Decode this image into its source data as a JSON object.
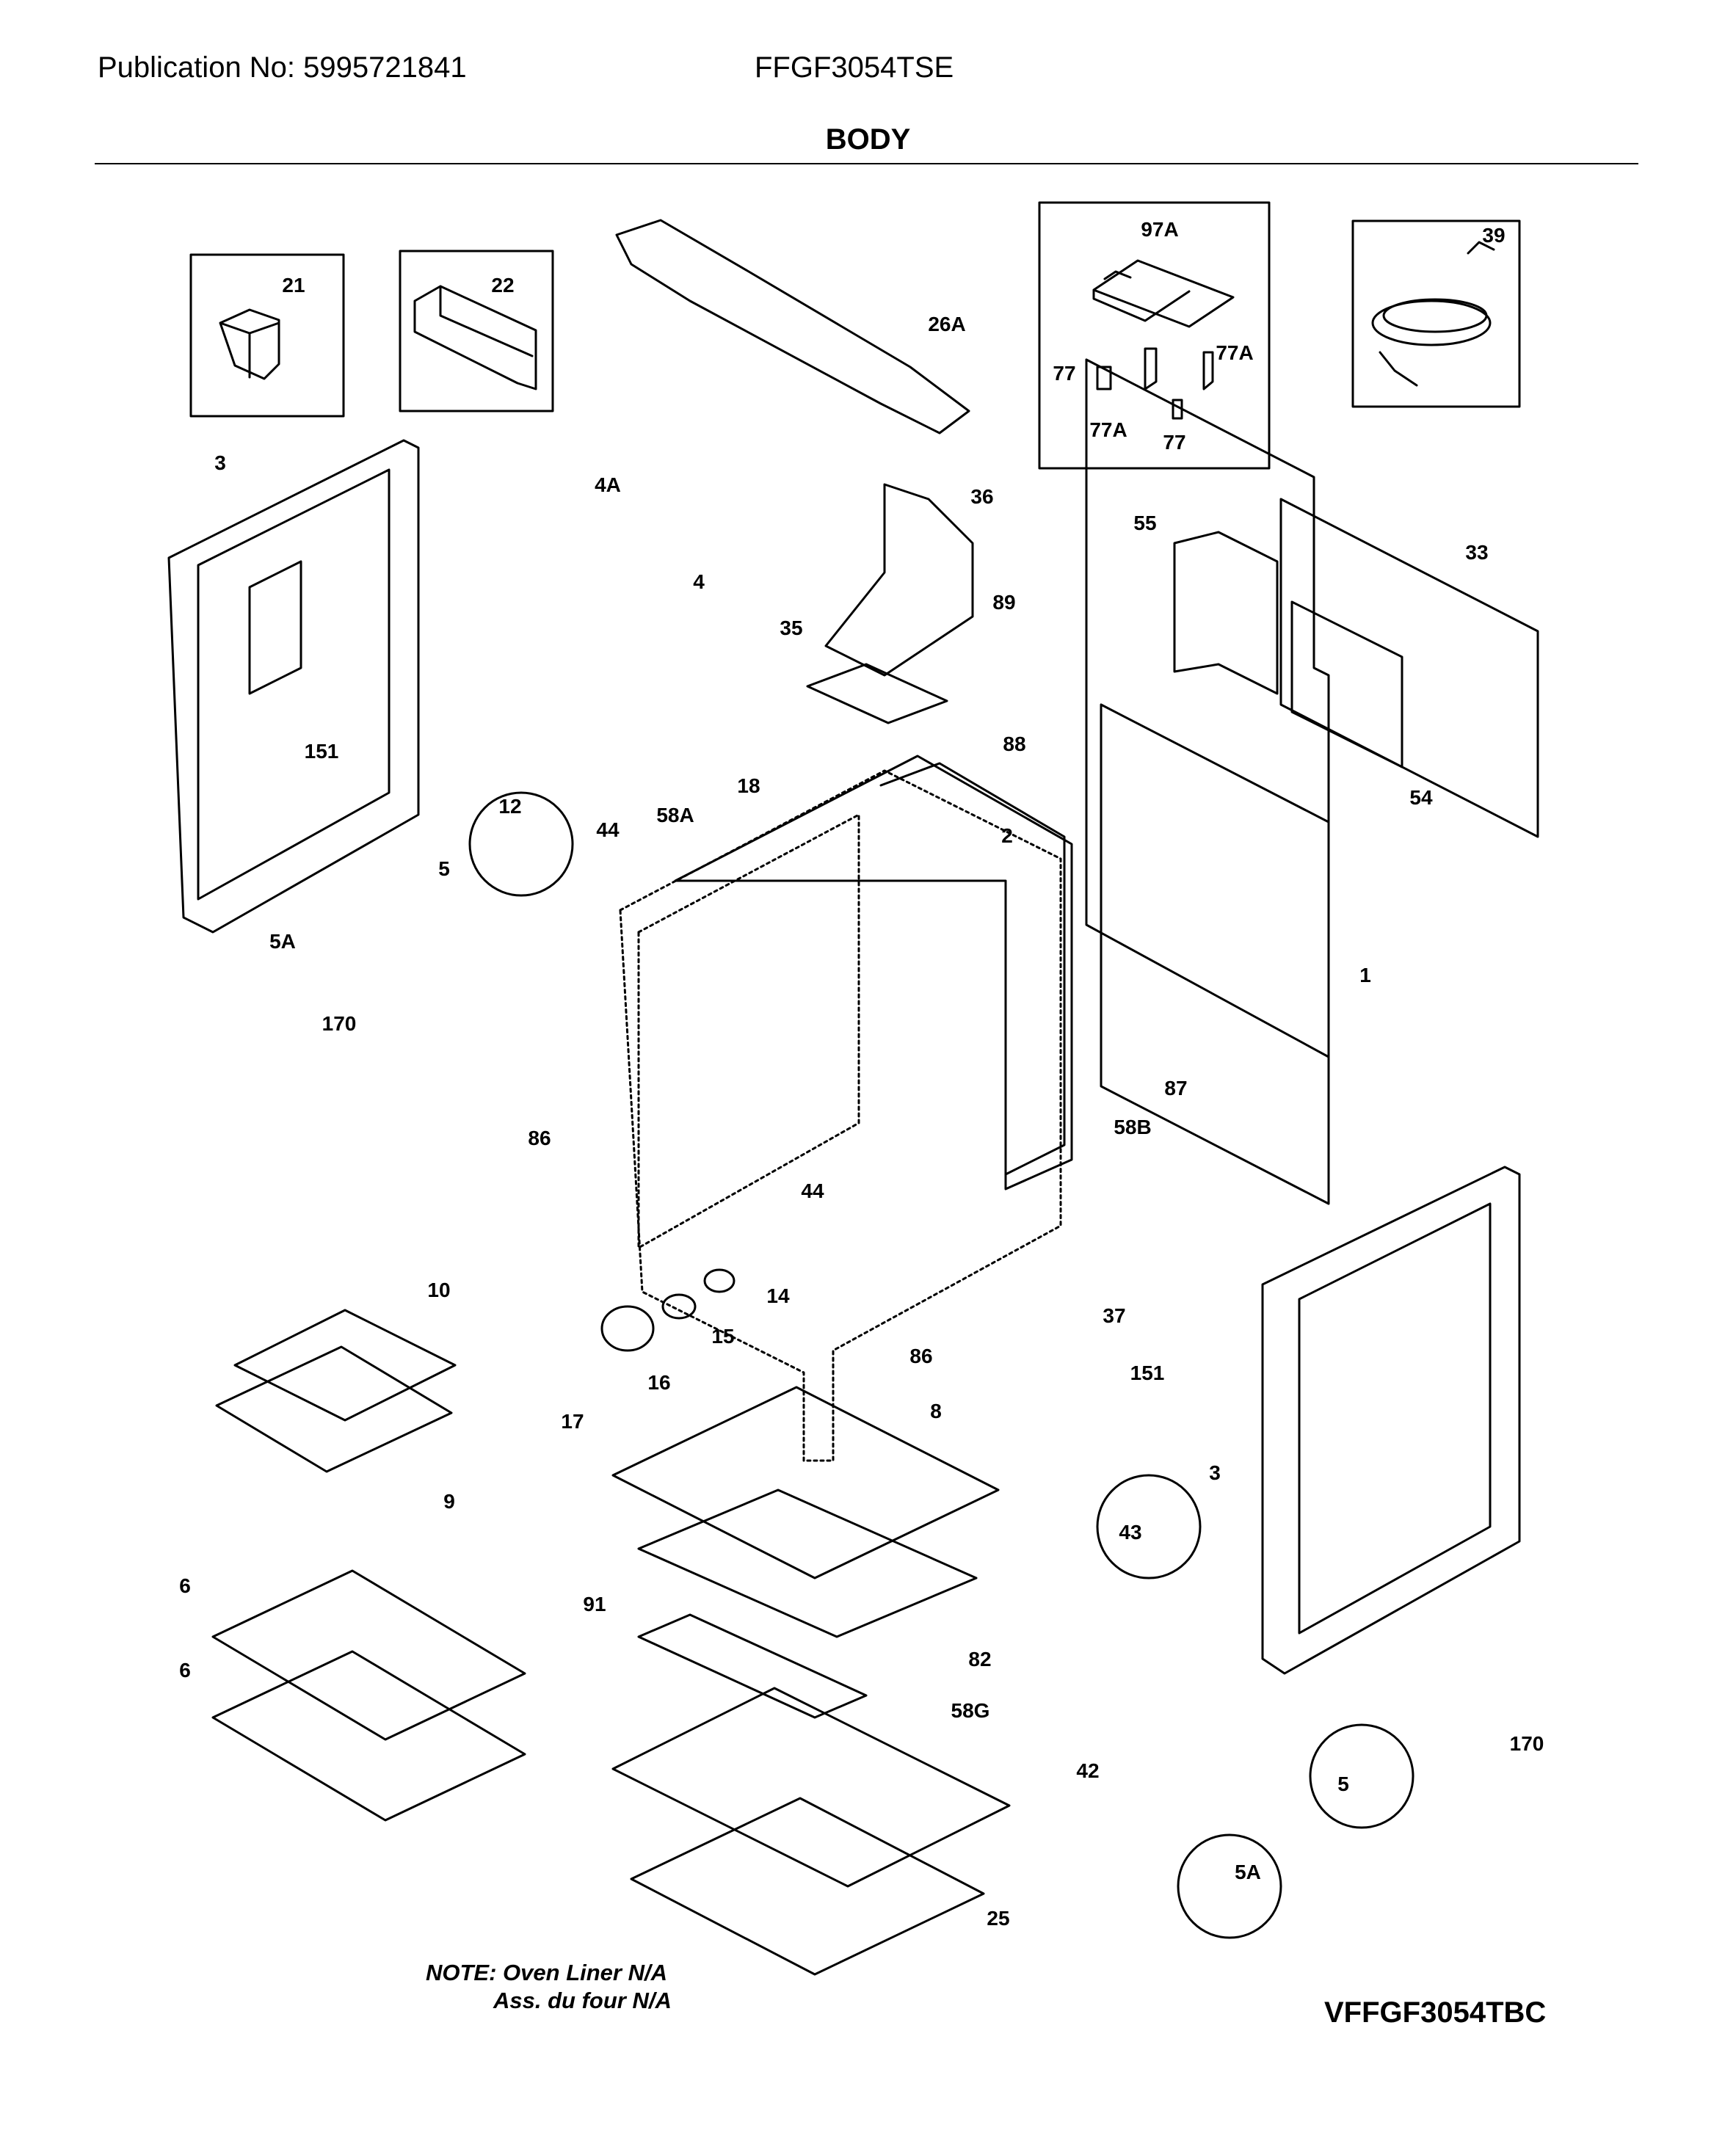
{
  "header": {
    "publication": "Publication No: 5995721841",
    "model": "FFGF3054TSE",
    "section_title": "BODY"
  },
  "footer": {
    "note_line1": "NOTE: Oven Liner N/A",
    "note_line2": "Ass. du four N/A",
    "diagram_code": "VFFGF3054TBC"
  },
  "callouts": [
    {
      "id": "c-21",
      "label": "21"
    },
    {
      "id": "c-22",
      "label": "22"
    },
    {
      "id": "c-26A",
      "label": "26A"
    },
    {
      "id": "c-97A",
      "label": "97A"
    },
    {
      "id": "c-77-a",
      "label": "77"
    },
    {
      "id": "c-77A-a",
      "label": "77A"
    },
    {
      "id": "c-77A-b",
      "label": "77A"
    },
    {
      "id": "c-77-b",
      "label": "77"
    },
    {
      "id": "c-39",
      "label": "39"
    },
    {
      "id": "c-3-left",
      "label": "3"
    },
    {
      "id": "c-4A",
      "label": "4A"
    },
    {
      "id": "c-36",
      "label": "36"
    },
    {
      "id": "c-55",
      "label": "55"
    },
    {
      "id": "c-33",
      "label": "33"
    },
    {
      "id": "c-4",
      "label": "4"
    },
    {
      "id": "c-35",
      "label": "35"
    },
    {
      "id": "c-89",
      "label": "89"
    },
    {
      "id": "c-151-left",
      "label": "151"
    },
    {
      "id": "c-88",
      "label": "88"
    },
    {
      "id": "c-54",
      "label": "54"
    },
    {
      "id": "c-12",
      "label": "12"
    },
    {
      "id": "c-18",
      "label": "18"
    },
    {
      "id": "c-44-top",
      "label": "44"
    },
    {
      "id": "c-58A",
      "label": "58A"
    },
    {
      "id": "c-2",
      "label": "2"
    },
    {
      "id": "c-5-left",
      "label": "5"
    },
    {
      "id": "c-5A-left",
      "label": "5A"
    },
    {
      "id": "c-170-left",
      "label": "170"
    },
    {
      "id": "c-1",
      "label": "1"
    },
    {
      "id": "c-87",
      "label": "87"
    },
    {
      "id": "c-86-left",
      "label": "86"
    },
    {
      "id": "c-58B",
      "label": "58B"
    },
    {
      "id": "c-44-bottom",
      "label": "44"
    },
    {
      "id": "c-10",
      "label": "10"
    },
    {
      "id": "c-14",
      "label": "14"
    },
    {
      "id": "c-15",
      "label": "15"
    },
    {
      "id": "c-37",
      "label": "37"
    },
    {
      "id": "c-86-right",
      "label": "86"
    },
    {
      "id": "c-151-right",
      "label": "151"
    },
    {
      "id": "c-16",
      "label": "16"
    },
    {
      "id": "c-17",
      "label": "17"
    },
    {
      "id": "c-8",
      "label": "8"
    },
    {
      "id": "c-9",
      "label": "9"
    },
    {
      "id": "c-3-right",
      "label": "3"
    },
    {
      "id": "c-43",
      "label": "43"
    },
    {
      "id": "c-6-top",
      "label": "6"
    },
    {
      "id": "c-91",
      "label": "91"
    },
    {
      "id": "c-82",
      "label": "82"
    },
    {
      "id": "c-6-bottom",
      "label": "6"
    },
    {
      "id": "c-58G",
      "label": "58G"
    },
    {
      "id": "c-42",
      "label": "42"
    },
    {
      "id": "c-170-right",
      "label": "170"
    },
    {
      "id": "c-5-right",
      "label": "5"
    },
    {
      "id": "c-5A-right",
      "label": "5A"
    },
    {
      "id": "c-25",
      "label": "25"
    }
  ]
}
